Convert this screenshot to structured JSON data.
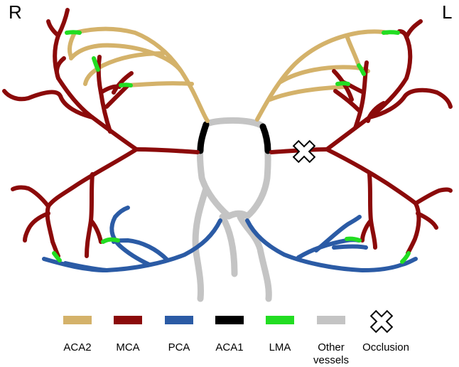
{
  "labels": {
    "right": "R",
    "left": "L"
  },
  "colors": {
    "ACA2": "#D4B26A",
    "MCA": "#8B0A0A",
    "PCA": "#2B5BA5",
    "ACA1": "#000000",
    "LMA": "#22DD22",
    "other": "#C4C4C4"
  },
  "legend": [
    {
      "key": "ACA2",
      "label": "ACA2",
      "color": "#D4B26A"
    },
    {
      "key": "MCA",
      "label": "MCA",
      "color": "#8B0A0A"
    },
    {
      "key": "PCA",
      "label": "PCA",
      "color": "#2B5BA5"
    },
    {
      "key": "ACA1",
      "label": "ACA1",
      "color": "#000000"
    },
    {
      "key": "LMA",
      "label": "LMA",
      "color": "#22DD22"
    },
    {
      "key": "other",
      "label": "Other vessels",
      "label_line1": "Other",
      "label_line2": "vessels",
      "color": "#C4C4C4"
    },
    {
      "key": "occlusion",
      "label": "Occlusion",
      "icon": "occlusion-x-icon"
    }
  ]
}
